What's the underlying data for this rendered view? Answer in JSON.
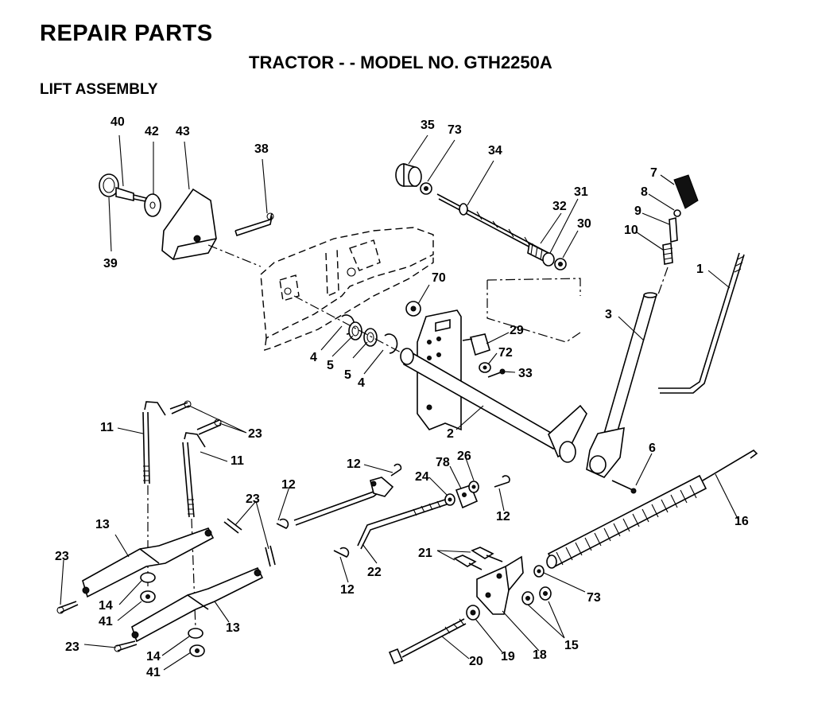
{
  "header": {
    "title": "REPAIR PARTS",
    "subtitle": "TRACTOR - - MODEL NO. GTH2250A",
    "section": "LIFT ASSEMBLY"
  },
  "callouts": {
    "p1": "1",
    "p2": "2",
    "p3": "3",
    "p4a": "4",
    "p4b": "4",
    "p5a": "5",
    "p5b": "5",
    "p6": "6",
    "p7": "7",
    "p8": "8",
    "p9": "9",
    "p10": "10",
    "p11a": "11",
    "p11b": "11",
    "p12a": "12",
    "p12b": "12",
    "p12c": "12",
    "p12d": "12",
    "p13a": "13",
    "p13b": "13",
    "p14a": "14",
    "p14b": "14",
    "p15": "15",
    "p16": "16",
    "p18": "18",
    "p19": "19",
    "p20": "20",
    "p21": "21",
    "p22": "22",
    "p23a": "23",
    "p23b": "23",
    "p23c": "23",
    "p23d": "23",
    "p24": "24",
    "p26": "26",
    "p29": "29",
    "p30": "30",
    "p31": "31",
    "p32": "32",
    "p33": "33",
    "p34": "34",
    "p35": "35",
    "p38": "38",
    "p39": "39",
    "p40": "40",
    "p41a": "41",
    "p41b": "41",
    "p42": "42",
    "p43": "43",
    "p70": "70",
    "p72": "72",
    "p73a": "73",
    "p73b": "73",
    "p78": "78"
  }
}
